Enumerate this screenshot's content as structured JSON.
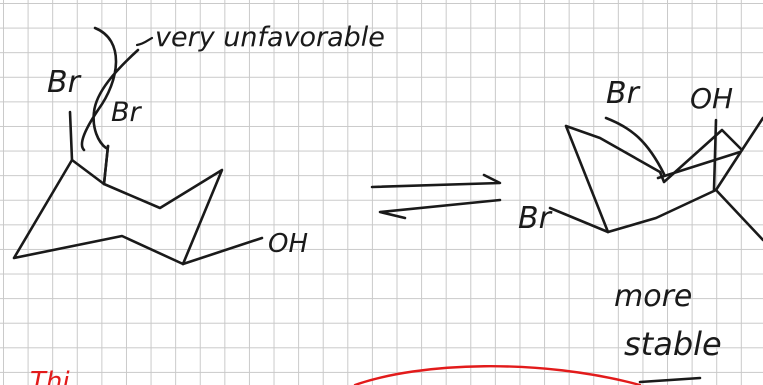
{
  "notes": {
    "annotation_unfavorable": "very unfavorable",
    "left_chair": {
      "axial_br_1": "Br",
      "axial_br_2": "Br",
      "substituent_oh": "OH"
    },
    "right_chair": {
      "br_top": "Br",
      "oh_top": "OH",
      "br_left": "Br"
    },
    "conclusion_line1": "more",
    "conclusion_line2": "stable",
    "bottom_left_fragment": "Thi"
  },
  "colors": {
    "ink": "#1a1a1a",
    "red_pen": "#e21b1b",
    "grid": "#c9c9c9",
    "paper": "#ffffff"
  }
}
